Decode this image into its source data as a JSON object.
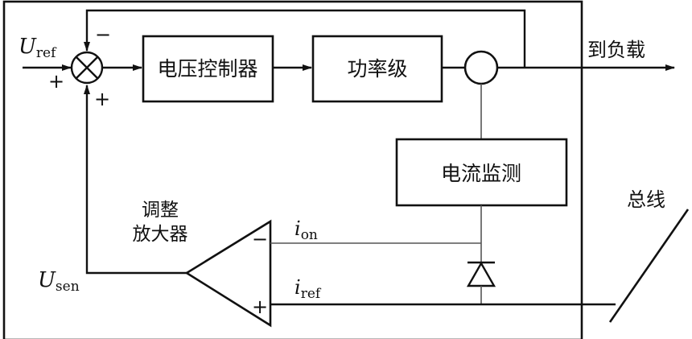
{
  "blocks": {
    "voltage_controller": "电压控制器",
    "power_stage": "功率级",
    "current_monitor": "电流监测"
  },
  "labels": {
    "to_load": "到负载",
    "bus": "总线",
    "amp_line1": "调整",
    "amp_line2": "放大器"
  },
  "signals": {
    "u_ref_main": "U",
    "u_ref_sub": "ref",
    "u_sen_main": "U",
    "u_sen_sub": "sen",
    "i_on_main": "i",
    "i_on_sub": "on",
    "i_ref_main": "i",
    "i_ref_sub": "ref"
  },
  "signs": {
    "sum_top": "−",
    "sum_left": "+",
    "sum_bottom": "+",
    "amp_minus": "−",
    "amp_plus": "+"
  }
}
